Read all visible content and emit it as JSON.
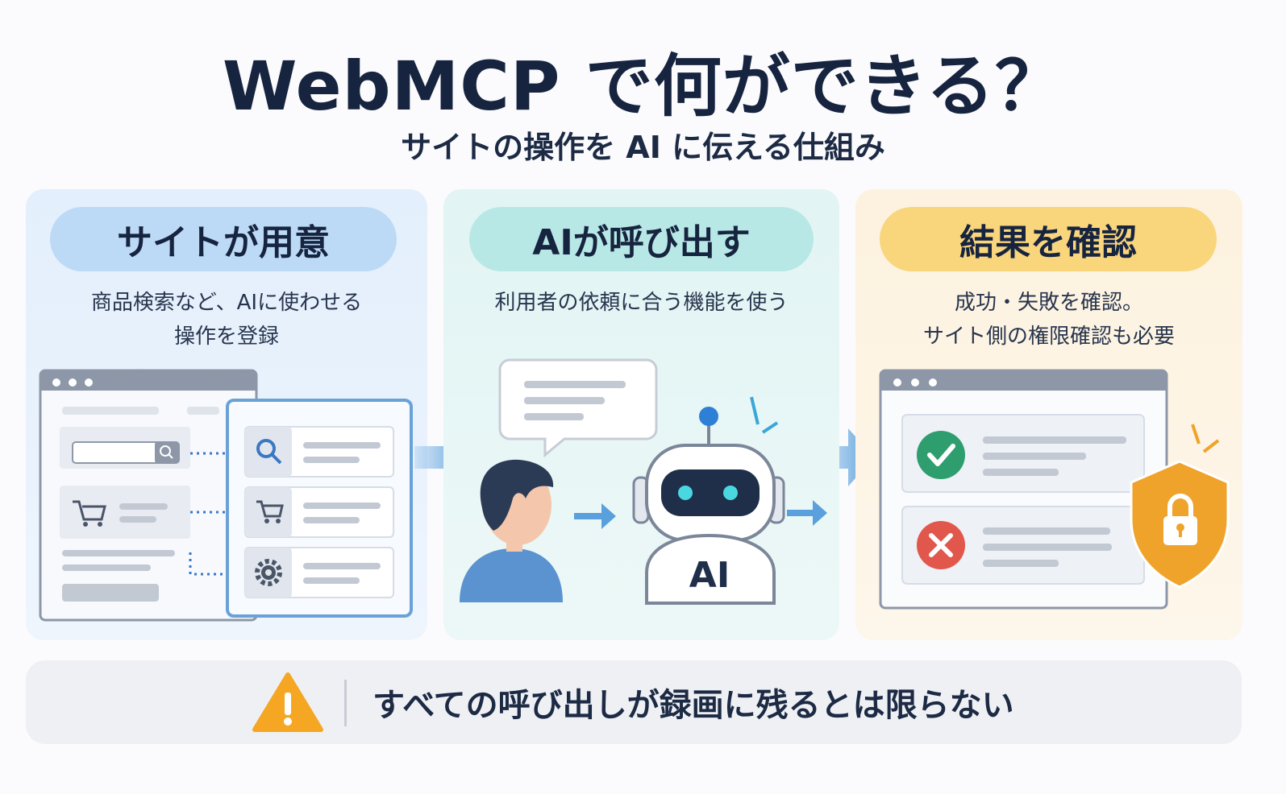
{
  "header": {
    "title": "WebMCP で何ができる？",
    "subtitle": "サイトの操作を AI に伝える仕組み"
  },
  "steps": [
    {
      "label": "サイトが用意",
      "description_lines": [
        "商品検索など、AIに使わせる",
        "操作を登録"
      ],
      "color": "#bcdaf6",
      "icons": [
        "search-icon",
        "cart-icon",
        "gear-icon"
      ]
    },
    {
      "label": "AIが呼び出す",
      "description_lines": [
        "利用者の依頼に合う機能を使う"
      ],
      "color": "#b7e8e6",
      "robot_badge": "AI"
    },
    {
      "label": "結果を確認",
      "description_lines": [
        "成功・失敗を確認。",
        "サイト側の権限確認も必要"
      ],
      "color": "#f9d57c",
      "icons": [
        "check-icon",
        "cross-icon",
        "shield-lock-icon"
      ]
    }
  ],
  "warning": {
    "text": "すべての呼び出しが録画に残るとは限らない",
    "icon": "warning-icon",
    "color": "#f5a623"
  }
}
